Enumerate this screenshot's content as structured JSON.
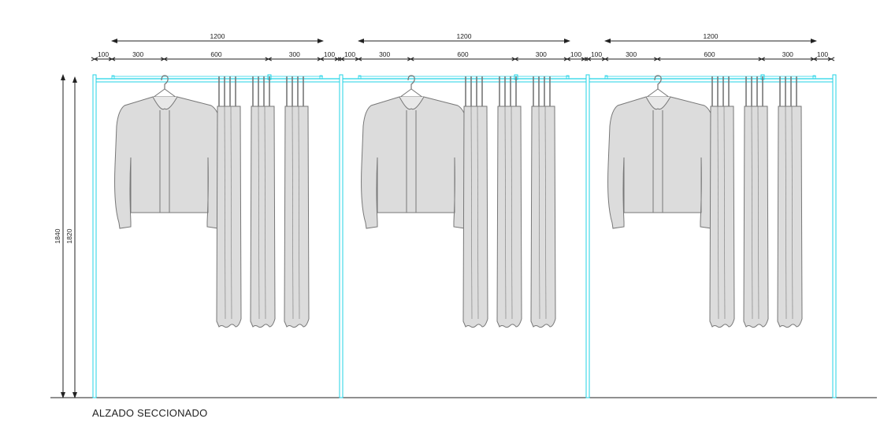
{
  "drawing": {
    "title": "ALZADO SECCIONADO",
    "modules": [
      {
        "total_label": "1200",
        "segment_labels": [
          "100",
          "300",
          "600",
          "300",
          "100"
        ]
      },
      {
        "total_label": "1200",
        "segment_labels": [
          "100",
          "300",
          "600",
          "300",
          "100"
        ]
      },
      {
        "total_label": "1200",
        "segment_labels": [
          "100",
          "300",
          "600",
          "300",
          "100"
        ]
      }
    ],
    "height_labels": {
      "outer": "1840",
      "inner": "1820"
    },
    "colors": {
      "frame": "#22d3e6",
      "lines": "#222222",
      "garment_fill": "#dcdcdc",
      "garment_stroke": "#777777"
    }
  }
}
